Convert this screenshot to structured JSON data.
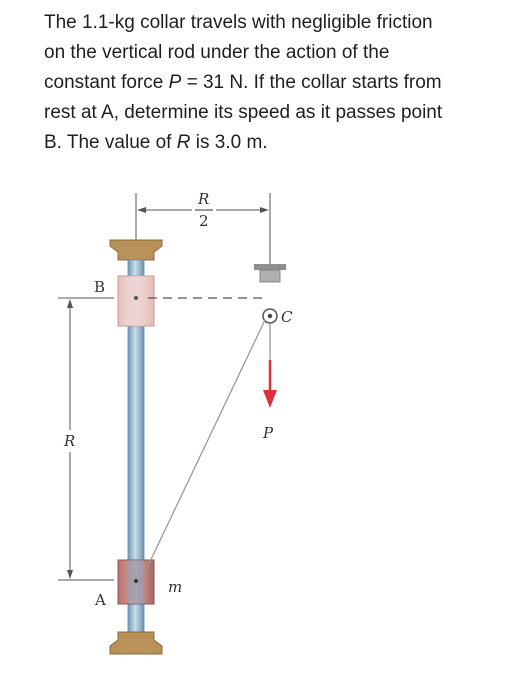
{
  "problem": {
    "mass_text": "The 1.1-kg collar travels with negligible friction",
    "line2": "on the vertical rod under the action of the",
    "line3_pre": "constant force ",
    "force_symbol": "P",
    "force_value": " = 31 N. If the collar starts from",
    "line4": "rest at A, determine its speed as it passes point",
    "line5_pre": "B. The value of ",
    "r_symbol": "R",
    "r_value": " is 3.0 m."
  },
  "figure": {
    "dim_top_num": "R",
    "dim_top_den": "2",
    "label_B": "B",
    "label_A": "A",
    "label_C": "C",
    "label_R": "R",
    "label_P": "P",
    "label_m": "m",
    "colors": {
      "rod": "#8fb4cc",
      "bracket": "#b8925a",
      "collar": "#c78b88",
      "collar_light": "#ecc8c4",
      "force_arrow": "#d9323a"
    }
  }
}
